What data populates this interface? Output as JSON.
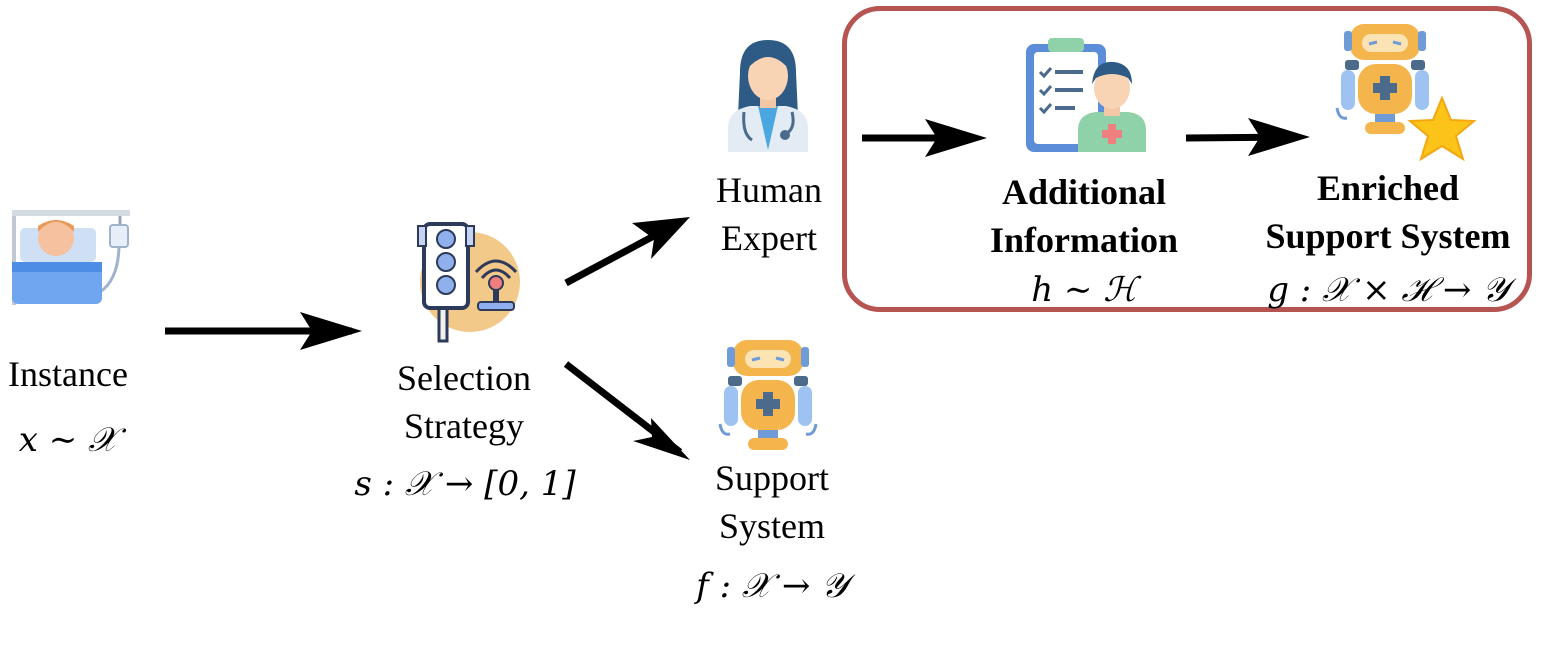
{
  "nodes": {
    "instance": {
      "label": "Instance",
      "math": "x ∼ 𝒳"
    },
    "selection": {
      "label_line1": "Selection",
      "label_line2": "Strategy",
      "math": "s : 𝒳 → [0, 1]"
    },
    "human": {
      "label_line1": "Human",
      "label_line2": "Expert"
    },
    "support": {
      "label_line1": "Support",
      "label_line2": "System",
      "math": "f : 𝒳 → 𝒴"
    },
    "additional": {
      "label_line1": "Additional",
      "label_line2": "Information",
      "math": "h ∼ ℋ"
    },
    "enriched": {
      "label_line1": "Enriched",
      "label_line2": "Support System",
      "math": "g : 𝒳 × ℋ → 𝒴"
    }
  },
  "icons": {
    "instance": "patient-in-bed-icon",
    "selection": "traffic-light-icon",
    "human": "doctor-icon",
    "support": "medical-robot-icon",
    "additional": "clipboard-patient-icon",
    "enriched": "medical-robot-star-icon"
  },
  "colors": {
    "box_border": "#b65452",
    "arrow": "#000000"
  }
}
